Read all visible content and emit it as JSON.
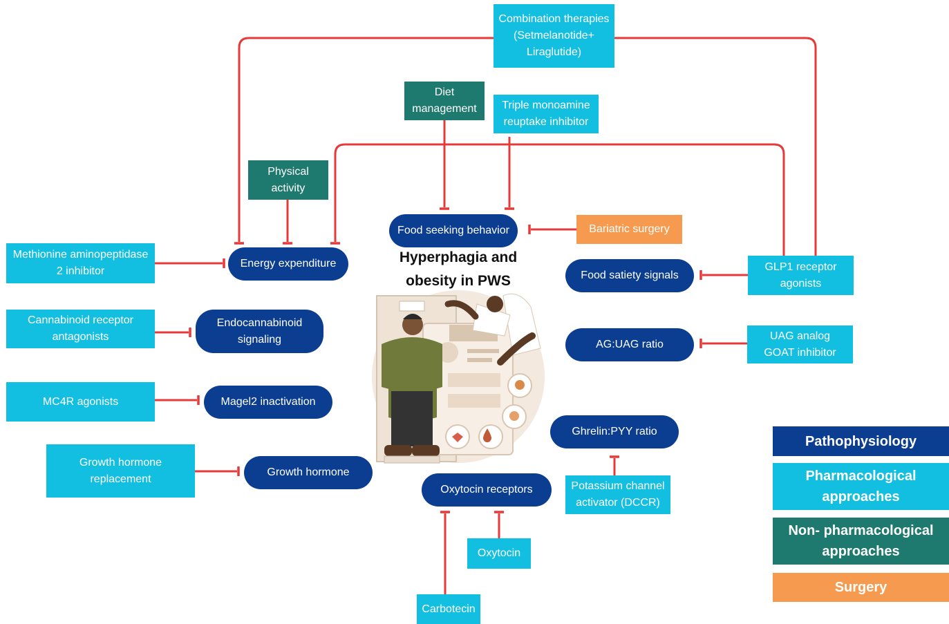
{
  "title": "Hyperphagia and\nobesity in PWS",
  "colors": {
    "pathophysiology": "#0b3d91",
    "pharmacological": "#13bfe0",
    "non_pharmacological": "#1e7a6e",
    "surgery": "#f59a4e",
    "inhibition_line": "#e63939"
  },
  "pathophysiology": {
    "food_seeking": "Food seeking behavior",
    "energy_expenditure": "Energy expenditure",
    "endocannabinoid": "Endocannabinoid\nsignaling",
    "magel2": "Magel2 inactivation",
    "growth_hormone": "Growth hormone",
    "food_satiety": "Food satiety signals",
    "ag_uag": "AG:UAG ratio",
    "ghrelin_pyy": "Ghrelin:PYY ratio",
    "oxytocin_receptors": "Oxytocin receptors"
  },
  "pharmacological": {
    "combination": "Combination therapies\n(Setmelanotide+\nLiraglutide)",
    "triple_monoamine": "Triple monoamine\nreuptake inhibitor",
    "methionine": "Methionine aminopeptidase\n2 inhibitor",
    "cannabinoid": "Cannabinoid receptor\nantagonists",
    "mc4r": "MC4R agonists",
    "gh_replacement": "Growth hormone\nreplacement",
    "glp1": "GLP1 receptor\nagonists",
    "uag_analog": "UAG analog\nGOAT inhibitor",
    "potassium": "Potassium channel\nactivator (DCCR)",
    "oxytocin": "Oxytocin",
    "carbotecin": "Carbotecin"
  },
  "non_pharmacological": {
    "diet": "Diet\nmanagement",
    "physical": "Physical\nactivity"
  },
  "surgery": {
    "bariatric": "Bariatric surgery"
  },
  "legend": {
    "pathophysiology": "Pathophysiology",
    "pharmacological": "Pharmacological\napproaches",
    "non_pharmacological": "Non- pharmacological\napproaches",
    "surgery": "Surgery"
  }
}
